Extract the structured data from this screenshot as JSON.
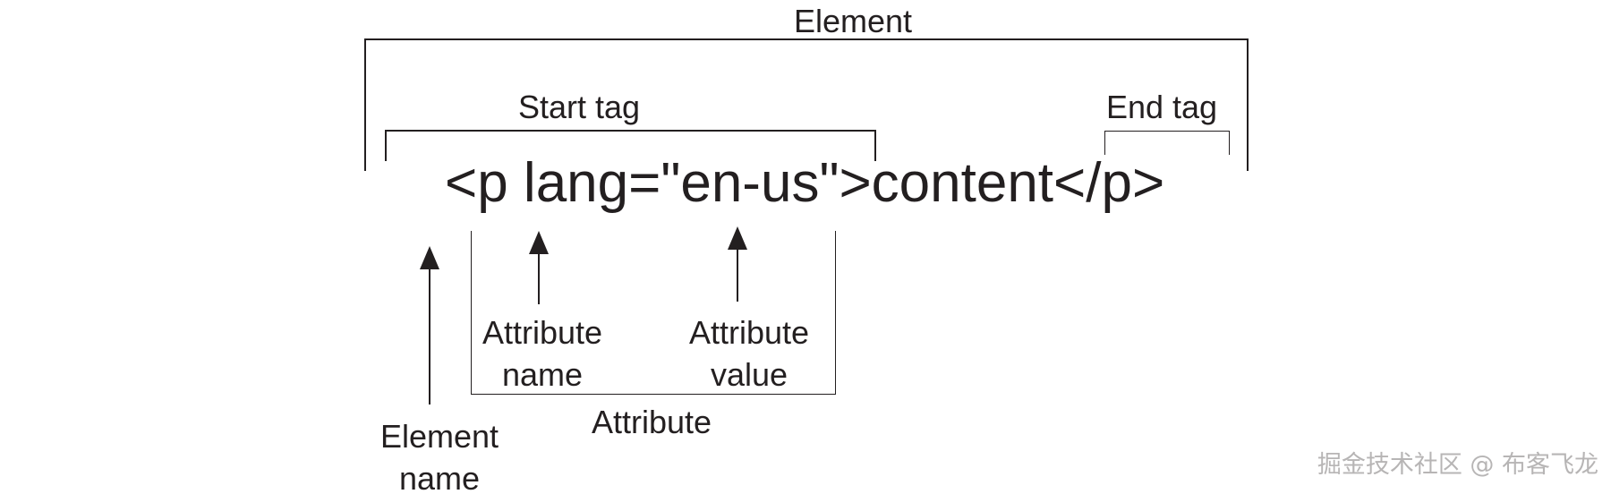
{
  "theme": {
    "background": "#ffffff",
    "ink": "#231f20",
    "watermark_color": "#b7b5b5"
  },
  "code": {
    "text": "<p lang=\"en-us\">content</p>"
  },
  "brackets": {
    "element_label": "Element",
    "start_tag_label": "Start tag",
    "end_tag_label": "End tag"
  },
  "callouts": {
    "element_name": {
      "line1": "Element",
      "line2": "name"
    },
    "attribute_name": {
      "line1": "Attribute",
      "line2": "name"
    },
    "attribute_value": {
      "line1": "Attribute",
      "line2": "value"
    },
    "attribute_label": "Attribute"
  },
  "watermark": {
    "text": "掘金技术社区 @ 布客飞龙"
  }
}
